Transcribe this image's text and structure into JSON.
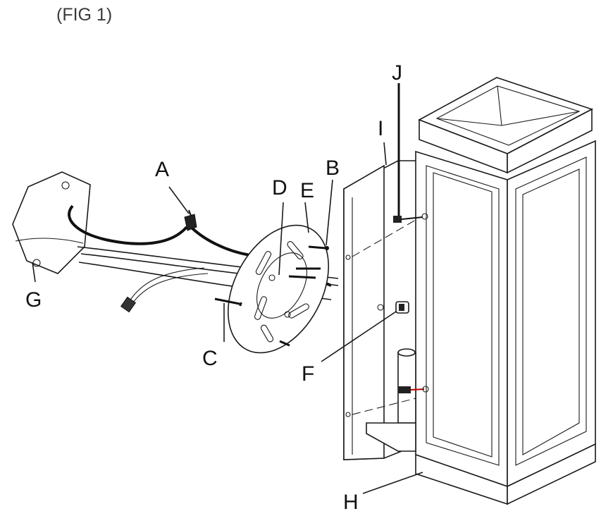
{
  "figure": {
    "caption": "(FIG 1)",
    "labels": {
      "a": "A",
      "b": "B",
      "c": "C",
      "d": "D",
      "e": "E",
      "f": "F",
      "g": "G",
      "h": "H",
      "i": "I",
      "j": "J"
    }
  }
}
